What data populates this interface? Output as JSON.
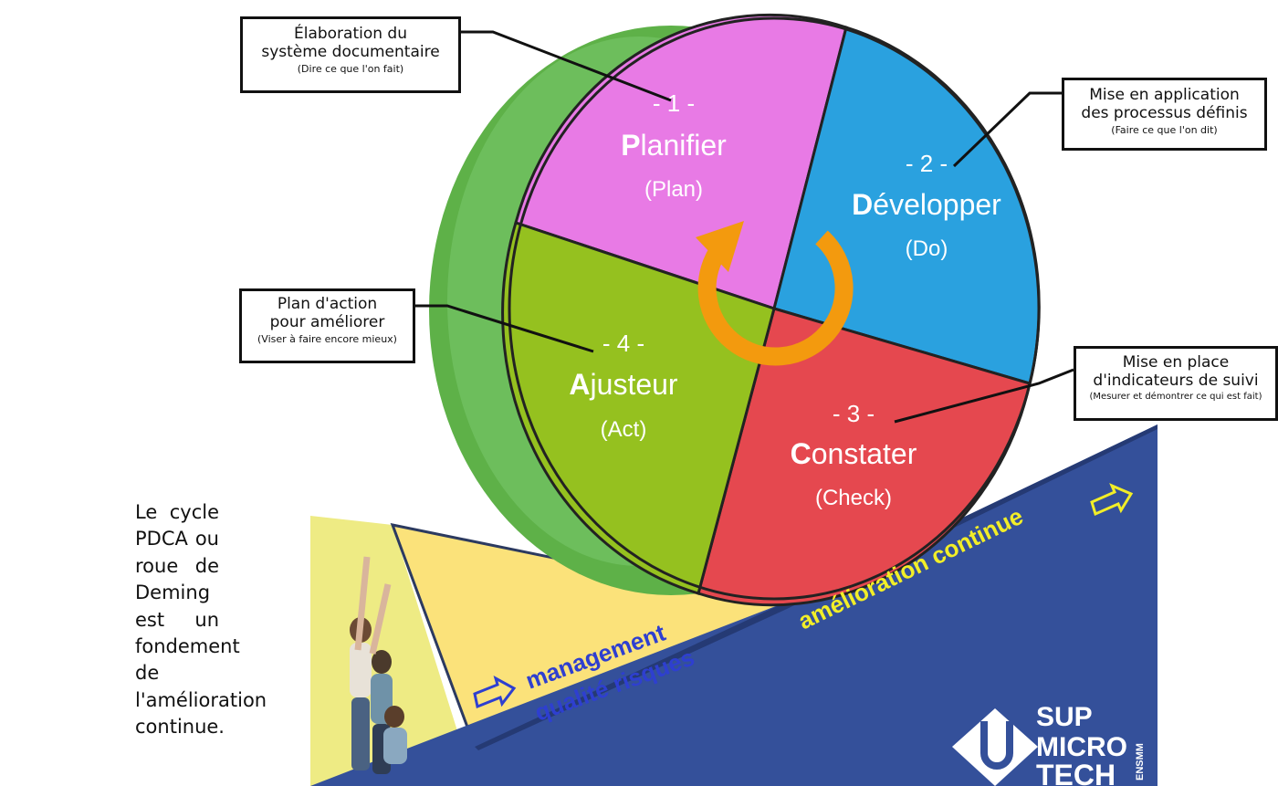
{
  "wheel": {
    "quadrants": [
      {
        "number": "- 1 -",
        "initial": "P",
        "rest": "lanifier",
        "english": "(Plan)",
        "color": "#e87ae5"
      },
      {
        "number": "- 2 -",
        "initial": "D",
        "rest": "évelopper",
        "english": "(Do)",
        "color": "#2aa1df"
      },
      {
        "number": "- 3 -",
        "initial": "C",
        "rest": "onstater",
        "english": "(Check)",
        "color": "#e5484f"
      },
      {
        "number": "- 4 -",
        "initial": "A",
        "rest": "justeur",
        "english": "(Act)",
        "color": "#95c11f"
      }
    ],
    "rim_color": "#5eb148",
    "arrow_color": "#f39a0e"
  },
  "callouts": {
    "plan": {
      "line1": "Élaboration du",
      "line2": "système documentaire",
      "note": "(Dire ce que l'on fait)"
    },
    "do": {
      "line1": "Mise en application",
      "line2": "des processus définis",
      "note": "(Faire ce que l'on dit)"
    },
    "act": {
      "line1": "Plan d'action",
      "line2": "pour améliorer",
      "note": "(Viser à faire encore mieux)"
    },
    "check": {
      "line1": "Mise en place",
      "line2": "d'indicateurs de suivi",
      "note": "(Mesurer et démontrer ce qui est fait)"
    }
  },
  "ramp": {
    "wedge_label_1": "management",
    "wedge_label_2": "qualité risques",
    "slope_label": "amélioration continue",
    "wedge_color": "#fbe27a",
    "slope_color": "#34509a",
    "label_color_wedge": "#2e3fd0",
    "label_color_slope": "#f2ee28"
  },
  "side_text": "Le cycle PDCA ou roue de Deming est un fondement de l'amélioration continue.",
  "logo": {
    "line1": "SUP",
    "line2": "MICRO",
    "line3": "TECH",
    "vertical": "ENSMM"
  }
}
